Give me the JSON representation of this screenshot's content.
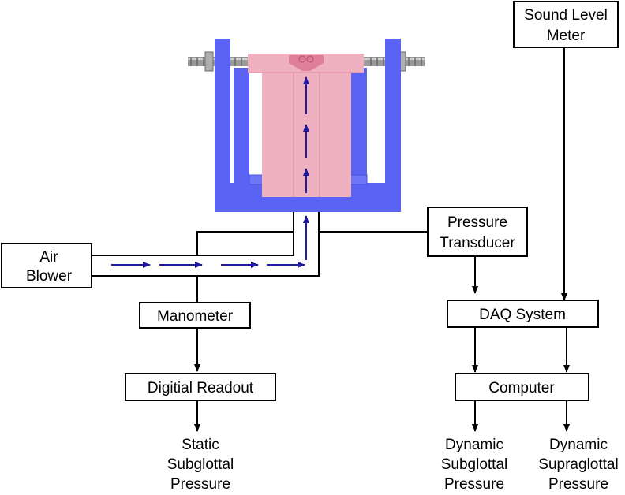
{
  "nodes": {
    "sound_level_meter": [
      "Sound Level",
      "Meter"
    ],
    "pressure_transducer": [
      "Pressure",
      "Transducer"
    ],
    "air_blower": [
      "Air",
      "Blower"
    ],
    "manometer": "Manometer",
    "daq_system": "DAQ System",
    "digital_readout": "Digitial Readout",
    "computer": "Computer"
  },
  "outputs": {
    "static": [
      "Static",
      "Subglottal",
      "Pressure"
    ],
    "dynamic_sub": [
      "Dynamic",
      "Subglottal",
      "Pressure"
    ],
    "dynamic_supra": [
      "Dynamic",
      "Supraglottal",
      "Pressure"
    ]
  },
  "colors": {
    "apparatus_frame": "#5b63f5",
    "vocal_fold_model": "#efb0c0",
    "flow_arrows": "#1f1a9e",
    "threaded_rod": "#8a8a8a"
  }
}
